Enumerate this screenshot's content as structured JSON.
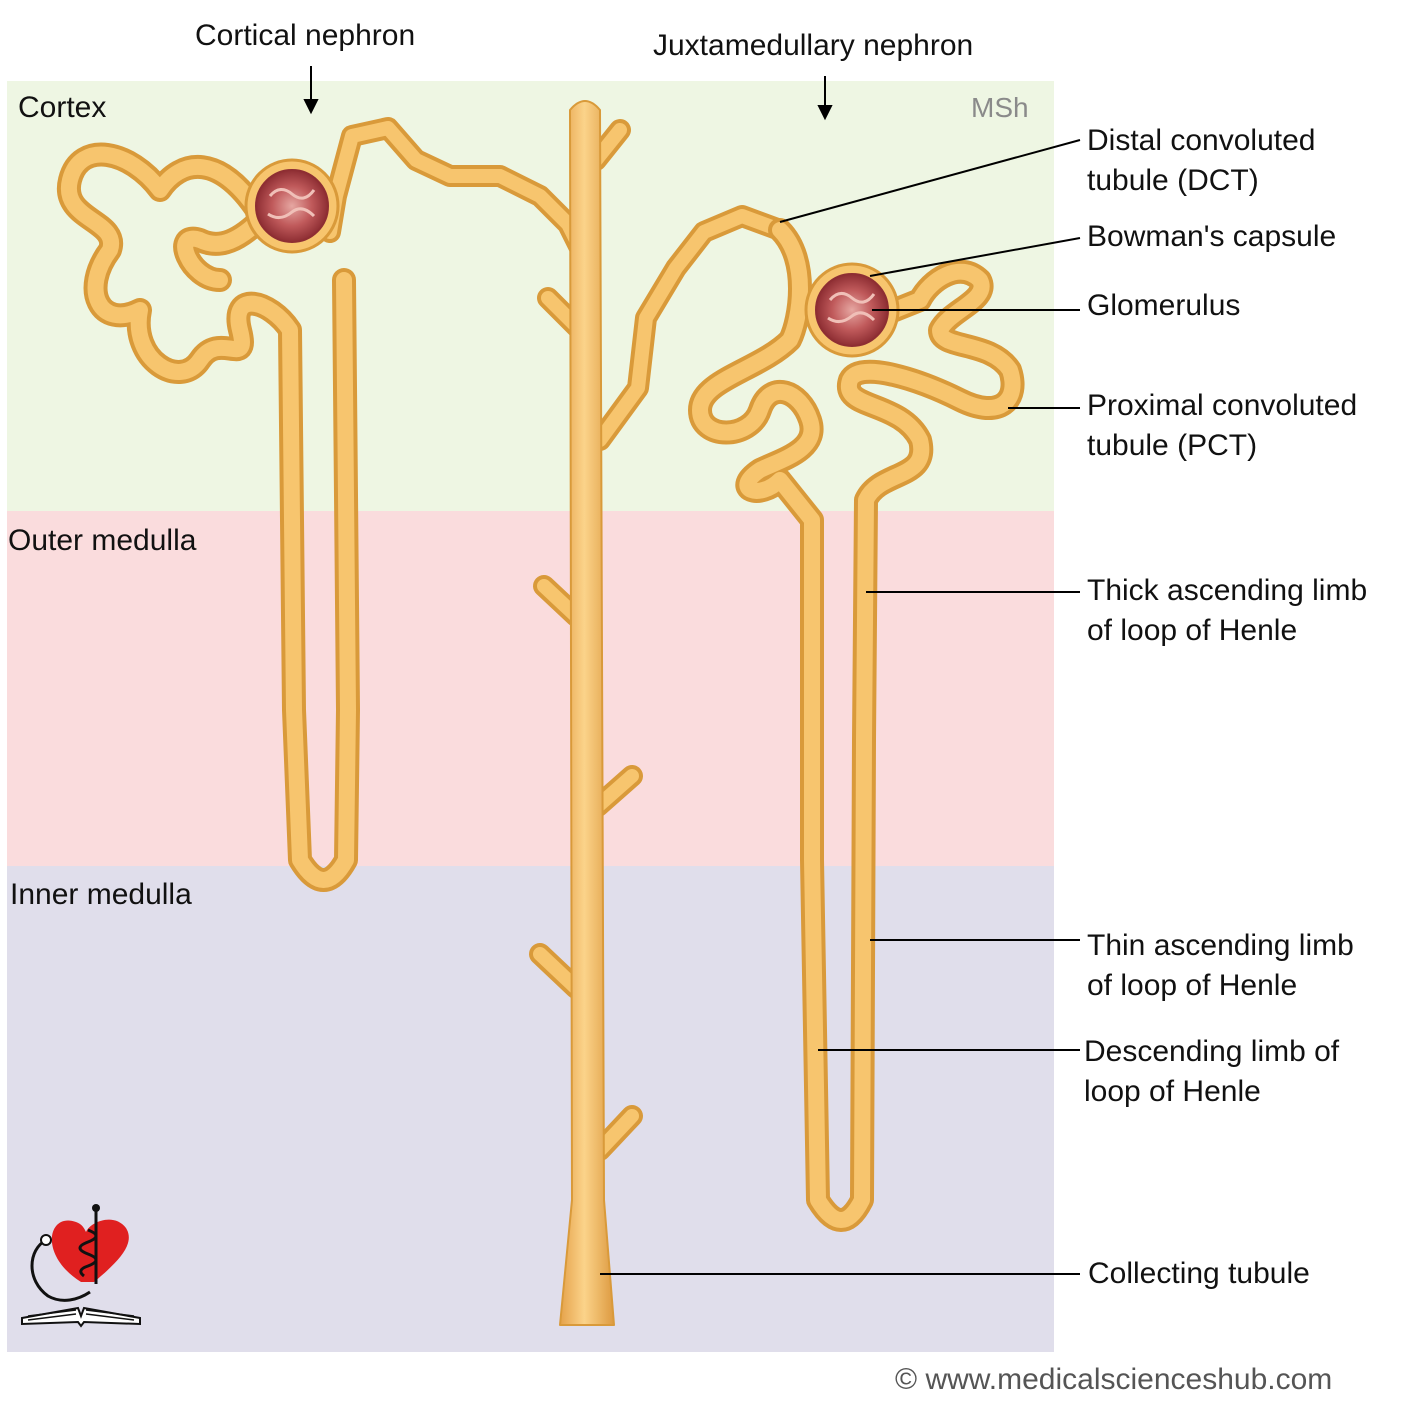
{
  "colors": {
    "cortex": "#eef6e3",
    "outer_medulla": "#fadcdd",
    "inner_medulla": "#e0deeb",
    "tubule": "#f7c56e",
    "tubule_edge": "#d99a3a",
    "glomerulus": "#b84a4d",
    "leader": "#000000",
    "logo_heart": "#e02020"
  },
  "zones": {
    "cortex": "Cortex",
    "outer_medulla": "Outer medulla",
    "inner_medulla": "Inner medulla"
  },
  "headings": {
    "cortical": "Cortical nephron",
    "juxtamedullary": "Juxtamedullary nephron"
  },
  "watermark": "MSh",
  "labels": {
    "dct": [
      "Distal convoluted",
      "tubule (DCT)"
    ],
    "bowman": [
      "Bowman's capsule"
    ],
    "glomerulus": [
      "Glomerulus"
    ],
    "pct": [
      "Proximal convoluted",
      "tubule (PCT)"
    ],
    "thick_ascending": [
      "Thick ascending limb",
      "of loop of Henle"
    ],
    "thin_ascending": [
      "Thin ascending limb",
      "of loop of Henle"
    ],
    "descending": [
      "Descending limb of",
      "loop of Henle"
    ],
    "collecting": [
      "Collecting tubule"
    ]
  },
  "copyright": "© www.medicalscienceshub.com",
  "logo_icon": "heart-caduceus-book-icon"
}
